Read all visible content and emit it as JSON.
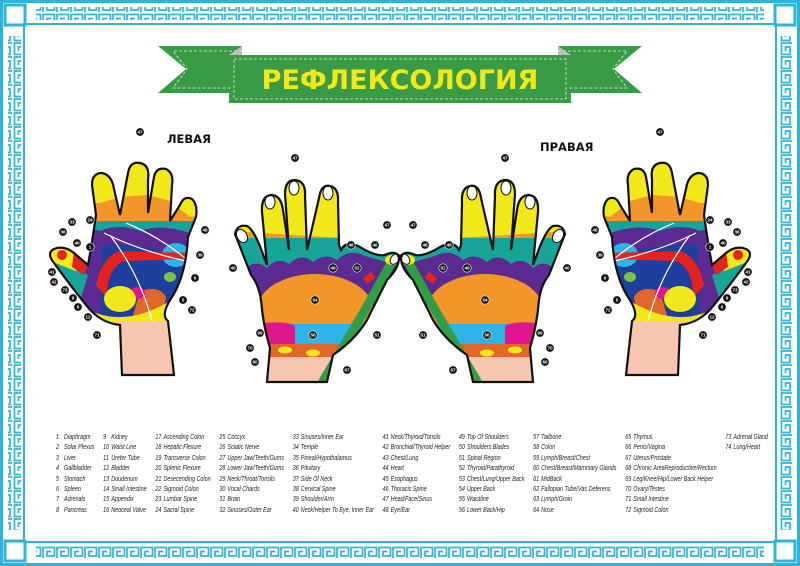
{
  "title": "РЕФЛЕКСОЛОГИЯ",
  "labels": {
    "left": "ЛЕВАЯ",
    "right": "ПРАВАЯ"
  },
  "colors": {
    "border": "#2cb5d9",
    "ribbon": "#3a9b45",
    "title_text": "#f3e817",
    "yellow": "#f2e81a",
    "orange": "#f3962a",
    "teal": "#17a59a",
    "purple": "#5b2b91",
    "dark_blue": "#1e3f9d",
    "light_blue": "#2eb3e6",
    "red": "#e4231f",
    "magenta": "#e0168c",
    "green": "#2f9e44",
    "skin": "#f6c6b0",
    "rust": "#e0662b"
  },
  "markers": {
    "palm": [
      "47",
      "48",
      "24",
      "1",
      "39",
      "6",
      "5",
      "72",
      "71",
      "12",
      "8",
      "9",
      "73",
      "42",
      "41",
      "40",
      "33",
      "36"
    ],
    "back": [
      "47",
      "48",
      "40",
      "49",
      "52",
      "46",
      "47",
      "54",
      "69",
      "56",
      "51",
      "70",
      "60",
      "67"
    ]
  },
  "legend": [
    [
      "1",
      "Diaphragm"
    ],
    [
      "2",
      "Solar Plexus"
    ],
    [
      "3",
      "Liver"
    ],
    [
      "4",
      "Gallbladder"
    ],
    [
      "5",
      "Stomach"
    ],
    [
      "6",
      "Spleen"
    ],
    [
      "7",
      "Adrenals"
    ],
    [
      "8",
      "Pancreas"
    ],
    [
      "9",
      "Kidney"
    ],
    [
      "10",
      "Waist Line"
    ],
    [
      "11",
      "Ureter Tube"
    ],
    [
      "12",
      "Bladder"
    ],
    [
      "13",
      "Doudenum"
    ],
    [
      "14",
      "Small Intestine"
    ],
    [
      "15",
      "Appendix"
    ],
    [
      "16",
      "Neoceal Valve"
    ],
    [
      "17",
      "Ascending Colon"
    ],
    [
      "18",
      "Hepatic Flexure"
    ],
    [
      "19",
      "Transverse Colon"
    ],
    [
      "20",
      "Splenic Flexure"
    ],
    [
      "21",
      "Desecending Colon"
    ],
    [
      "22",
      "Sigmoid Colon"
    ],
    [
      "23",
      "Lumbar Spine"
    ],
    [
      "24",
      "Sacral Spine"
    ],
    [
      "25",
      "Coccyx"
    ],
    [
      "26",
      "Sciatic Nerve"
    ],
    [
      "27",
      "Upper Jaw/Teeth/Gums"
    ],
    [
      "28",
      "Lower Jaw/Teeth/Gums"
    ],
    [
      "29",
      "Neck/Throat/Tonsils"
    ],
    [
      "30",
      "Vocal Chards"
    ],
    [
      "31",
      "Brain"
    ],
    [
      "32",
      "Sinuses/Outer Ear"
    ],
    [
      "33",
      "Sinuses/Inner Ear"
    ],
    [
      "34",
      "Temple"
    ],
    [
      "35",
      "Pineal/Hypothalamus"
    ],
    [
      "36",
      "Pituitary"
    ],
    [
      "37",
      "Side Of Neck"
    ],
    [
      "38",
      "Cervical Spine"
    ],
    [
      "39",
      "Shoulder/Arm"
    ],
    [
      "40",
      "Neck/Helper To Eye, Inner Ear"
    ],
    [
      "41",
      "Neck/Thyroid/Tonsils"
    ],
    [
      "42",
      "Bronchial/Thyroid Helper"
    ],
    [
      "43",
      "Chest/Lung"
    ],
    [
      "44",
      "Heart"
    ],
    [
      "45",
      "Esophagus"
    ],
    [
      "46",
      "Thoracic Spine"
    ],
    [
      "47",
      "Head/Face/Sinus"
    ],
    [
      "48",
      "Eye/Ear"
    ],
    [
      "49",
      "Top Of Shoulders"
    ],
    [
      "50",
      "Shoulders Blades"
    ],
    [
      "51",
      "Spinal Region"
    ],
    [
      "52",
      "Thyroid/Parathyroid"
    ],
    [
      "53",
      "Chest/Lung/Upper Back"
    ],
    [
      "54",
      "Upper Back"
    ],
    [
      "55",
      "Waistline"
    ],
    [
      "56",
      "Lower Back/Hip"
    ],
    [
      "57",
      "Tailbone"
    ],
    [
      "58",
      "Colon"
    ],
    [
      "59",
      "Lymph/Breast/Chest"
    ],
    [
      "60",
      "Chest/Breast/Mammary Glands"
    ],
    [
      "61",
      "MidBack"
    ],
    [
      "62",
      "Fallopian Tube/Vas Deferens"
    ],
    [
      "63",
      "Lymph/Groin"
    ],
    [
      "64",
      "Nose"
    ],
    [
      "65",
      "Thymus"
    ],
    [
      "66",
      "Penis/Vagina"
    ],
    [
      "67",
      "Uterus/Prostate"
    ],
    [
      "68",
      "Chronic AreaReproductive/Rectum"
    ],
    [
      "69",
      "Leg/Knee/Hip/Lower Back Helper"
    ],
    [
      "70",
      "Ovary/Testes"
    ],
    [
      "71",
      "Small Intestine"
    ],
    [
      "72",
      "Sigmoid Colon"
    ],
    [
      "73",
      "Adrenal Gland"
    ],
    [
      "74",
      "Lung/Heart"
    ]
  ]
}
